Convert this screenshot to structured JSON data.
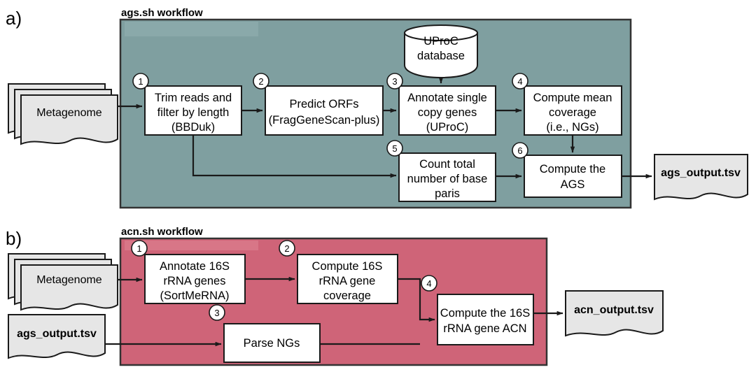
{
  "figure": {
    "panels": [
      {
        "letter": "a)",
        "title": "ags.sh workflow",
        "panel_color": "#7f9fa0",
        "inputs": [
          {
            "id": "metagenome-a",
            "label": "Metagenome",
            "shape": "document-stack",
            "bold": false
          }
        ],
        "store": {
          "id": "uproc-db",
          "line1": "UProC",
          "line2": "database",
          "shape": "cylinder"
        },
        "steps": [
          {
            "num": "1",
            "lines": [
              "Trim reads and",
              "filter by length",
              "(BBDuk)"
            ]
          },
          {
            "num": "2",
            "lines": [
              "Predict ORFs",
              "(FragGeneScan-plus)"
            ]
          },
          {
            "num": "3",
            "lines": [
              "Annotate single",
              "copy genes",
              "(UProC)"
            ]
          },
          {
            "num": "4",
            "lines": [
              "Compute mean",
              "coverage",
              "(i.e., NGs)"
            ]
          },
          {
            "num": "5",
            "lines": [
              "Count total",
              "number of base",
              "paris"
            ]
          },
          {
            "num": "6",
            "lines": [
              "Compute the",
              "AGS"
            ]
          }
        ],
        "outputs": [
          {
            "id": "ags-output",
            "label": "ags_output.tsv",
            "shape": "document",
            "bold": true
          }
        ]
      },
      {
        "letter": "b)",
        "title": "acn.sh workflow",
        "panel_color": "#cf6478",
        "inputs": [
          {
            "id": "metagenome-b",
            "label": "Metagenome",
            "shape": "document-stack",
            "bold": false
          },
          {
            "id": "ags-output-input",
            "label": "ags_output.tsv",
            "shape": "document",
            "bold": true
          }
        ],
        "steps": [
          {
            "num": "1",
            "lines": [
              "Annotate 16S",
              "rRNA genes",
              "(SortMeRNA)"
            ]
          },
          {
            "num": "2",
            "lines": [
              "Compute 16S",
              "rRNA gene",
              "coverage"
            ]
          },
          {
            "num": "3",
            "lines": [
              "Parse NGs"
            ]
          },
          {
            "num": "4",
            "lines": [
              "Compute the 16S",
              "rRNA gene ACN"
            ]
          }
        ],
        "outputs": [
          {
            "id": "acn-output",
            "label": "acn_output.tsv",
            "shape": "document",
            "bold": true
          }
        ]
      }
    ]
  }
}
